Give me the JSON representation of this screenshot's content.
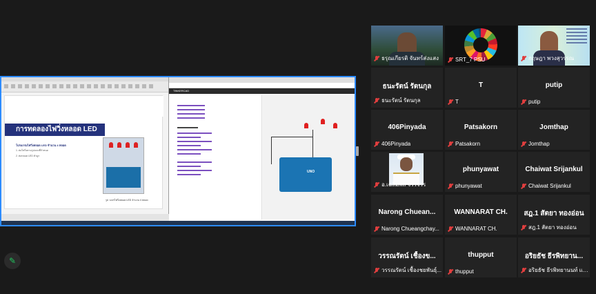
{
  "share": {
    "slide_title": "การทดลองไฟวิ่งหลอด LED",
    "slide_sub": "โปรแกรมไฟวิ่งหลอด LED จำนวน 4 หลอด",
    "slide_line1": "1. ต่อไฟวิ่งตามรูปแบบที่กำหนด",
    "slide_line2": "2. ต่อหลอด LED ตัวถูก",
    "slide_caption": "รูป วงจรไฟวิ่งหลอด LED จำนวน 4 หลอด",
    "tinkercad_header": "TINKERCAD",
    "uno_label": "UNO"
  },
  "tiles": [
    {
      "type": "video",
      "label": "ธรุณเกียรติ จันทร์ส่งแสง"
    },
    {
      "type": "video",
      "label": "SRT_7 PSU"
    },
    {
      "type": "video",
      "label": "กฤษฎา พวงสุวรรณ",
      "active": true
    },
    {
      "type": "name",
      "name": "ธนะรัตน์ รัตนกุล",
      "label": "ธนะรัตน์ รัตนกุล"
    },
    {
      "type": "name",
      "name": "T",
      "label": "T"
    },
    {
      "type": "name",
      "name": "putip",
      "label": "putip"
    },
    {
      "type": "name",
      "name": "406Pinyada",
      "label": "406Pinyada"
    },
    {
      "type": "name",
      "name": "Patsakorn",
      "label": "Patsakorn"
    },
    {
      "type": "name",
      "name": "Jomthap",
      "label": "Jomthap"
    },
    {
      "type": "photo",
      "label": "อ.เฉลิมพล จรรจรร"
    },
    {
      "type": "name",
      "name": "phunyawat",
      "label": "phunyawat"
    },
    {
      "type": "name",
      "name": "Chaiwat Srijankul",
      "label": "Chaiwat Srijankul"
    },
    {
      "type": "name",
      "name": "Narong Chuean...",
      "label": "Narong Chueangchay..."
    },
    {
      "type": "name",
      "name": "WANNARAT CH.",
      "label": "WANNARAT CH."
    },
    {
      "type": "name",
      "name": "สฎ.1 สัตยา ทองอ่อน",
      "label": "สฎ.1 สัตยา ทองอ่อน"
    },
    {
      "type": "name",
      "name": "วรรณรัตน์ เชื้องข...",
      "label": "วรรณรัตน์ เชื้องชยพันธุ์..."
    },
    {
      "type": "name",
      "name": "thupput",
      "label": "thupput"
    },
    {
      "type": "name",
      "name": "อริยธัช ธีรพิทยาน...",
      "label": "อริยธัช ธีรพิทยานนท์ แล..."
    }
  ]
}
